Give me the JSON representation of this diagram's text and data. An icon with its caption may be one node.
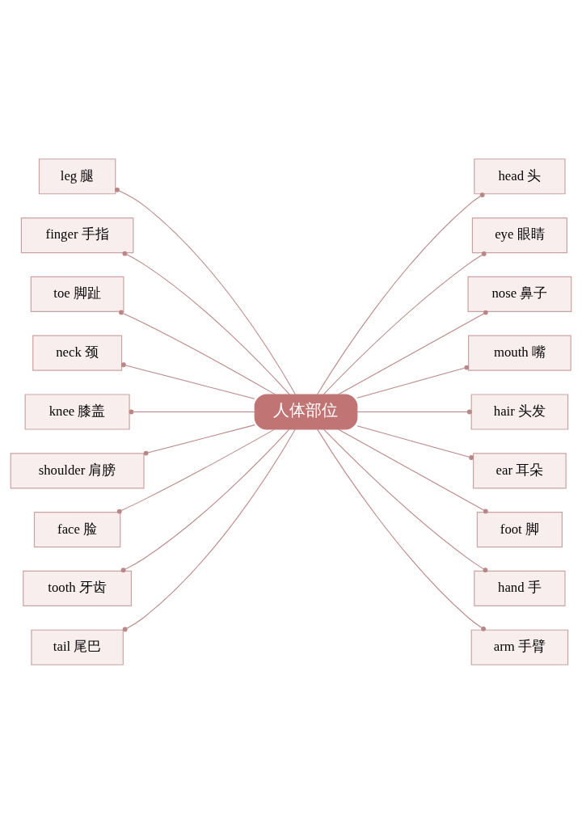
{
  "diagram": {
    "nodes": [
      {
        "text": [
          "人体部位"
        ]
      },
      {
        "text": [
          "leg 腿"
        ]
      },
      {
        "text": [
          "finger 手指"
        ]
      },
      {
        "text": [
          "toe 脚趾"
        ]
      },
      {
        "text": [
          "neck 颈"
        ]
      },
      {
        "text": [
          "knee 膝盖"
        ]
      },
      {
        "text": [
          "shoulder 肩膀"
        ]
      },
      {
        "text": [
          "face 脸"
        ]
      },
      {
        "text": [
          "tooth 牙齿"
        ]
      },
      {
        "text": [
          "tail 尾巴"
        ]
      },
      {
        "text": [
          "head 头"
        ]
      },
      {
        "text": [
          "eye 眼睛"
        ]
      },
      {
        "text": [
          "nose 鼻子"
        ]
      },
      {
        "text": [
          "mouth 嘴"
        ]
      },
      {
        "text": [
          "hair 头发"
        ]
      },
      {
        "text": [
          "ear 耳朵"
        ]
      },
      {
        "text": [
          "foot 脚"
        ]
      },
      {
        "text": [
          "hand 手"
        ]
      },
      {
        "text": [
          "arm 手臂"
        ]
      }
    ],
    "edges": [
      {
        "from": 0,
        "to": 1,
        "arrow": "other"
      },
      {
        "from": 0,
        "to": 2,
        "arrow": "other"
      },
      {
        "from": 0,
        "to": 3,
        "arrow": "other"
      },
      {
        "from": 0,
        "to": 4,
        "arrow": "other"
      },
      {
        "from": 0,
        "to": 5,
        "arrow": "other"
      },
      {
        "from": 0,
        "to": 6,
        "arrow": "other"
      },
      {
        "from": 0,
        "to": 7,
        "arrow": "other"
      },
      {
        "from": 0,
        "to": 8,
        "arrow": "other"
      },
      {
        "from": 0,
        "to": 9,
        "arrow": "other"
      },
      {
        "from": 0,
        "to": 10,
        "arrow": "other"
      },
      {
        "from": 0,
        "to": 11,
        "arrow": "other"
      },
      {
        "from": 0,
        "to": 12,
        "arrow": "other"
      },
      {
        "from": 0,
        "to": 13,
        "arrow": "other"
      },
      {
        "from": 0,
        "to": 14,
        "arrow": "other"
      },
      {
        "from": 0,
        "to": 15,
        "arrow": "other"
      },
      {
        "from": 0,
        "to": 16,
        "arrow": "other"
      },
      {
        "from": 0,
        "to": 17,
        "arrow": "other"
      },
      {
        "from": 0,
        "to": 18,
        "arrow": "other"
      }
    ]
  }
}
